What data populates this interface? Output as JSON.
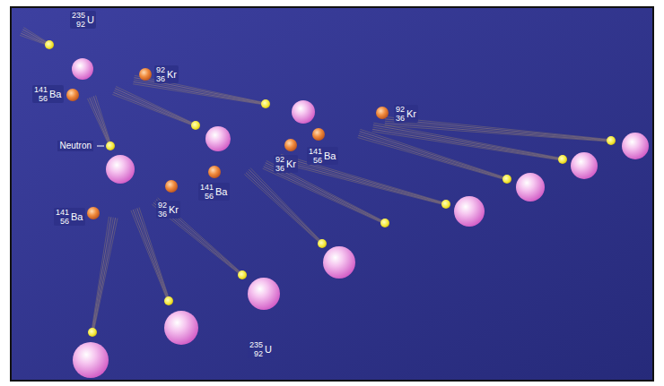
{
  "diagram": {
    "labels": [
      "235",
      "92",
      "U",
      "92",
      "36",
      "Kr",
      "141",
      "56",
      "Ba",
      "Neutron",
      "92",
      "36",
      "Kr",
      "141",
      "56",
      "Ba",
      "92",
      "36",
      "Kr",
      "141",
      "56",
      "Ba",
      "92",
      "36",
      "Kr",
      "141",
      "56",
      "Ba",
      "235",
      "92",
      "U"
    ]
  }
}
